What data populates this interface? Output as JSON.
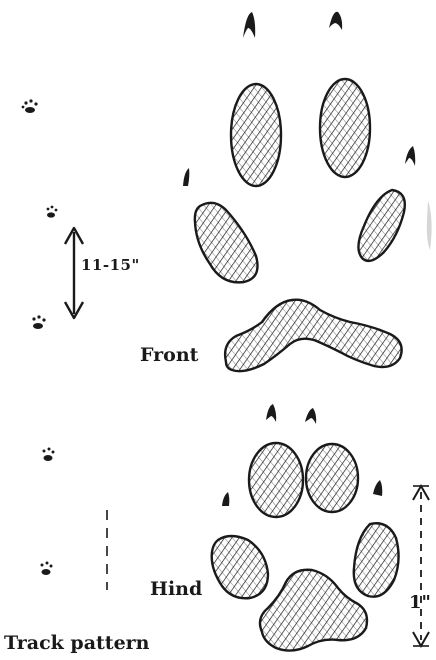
{
  "labels": {
    "front": "Front",
    "hind": "Hind",
    "track_pattern": "Track pattern",
    "stride": "11-15\"",
    "size": "1\""
  },
  "colors": {
    "ink": "#1a1a1a",
    "paper": "#ffffff"
  },
  "icons": {
    "stride_arrow": "double-headed-arrow-icon",
    "size_arrow": "dashed-double-arrow-icon"
  }
}
